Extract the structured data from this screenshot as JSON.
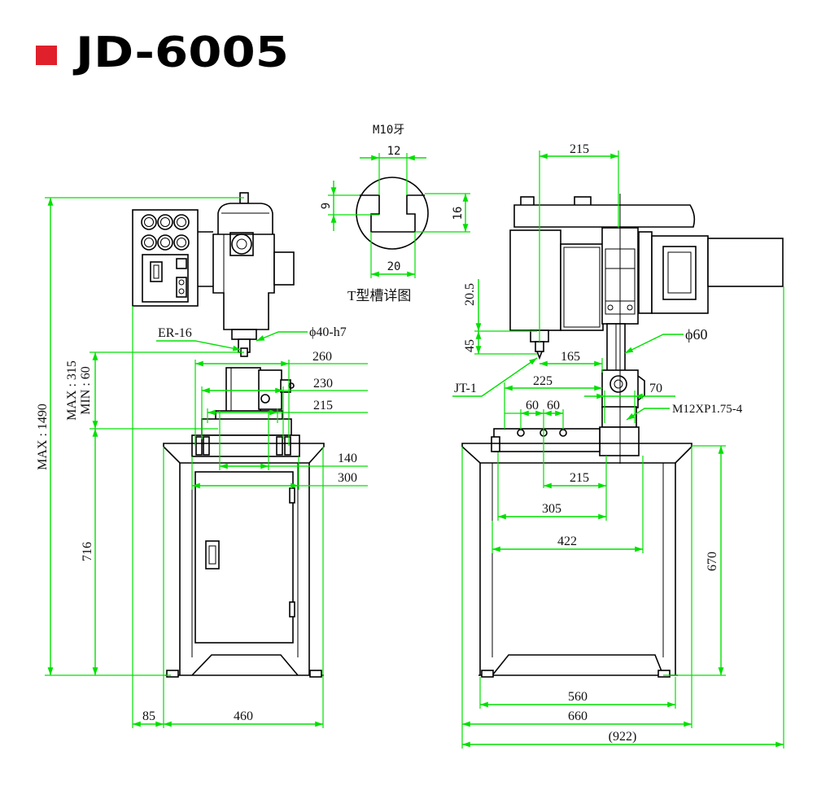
{
  "title": {
    "text": "JD-6005",
    "marker_color": "#e0202a"
  },
  "colors": {
    "dimension": "#00e000",
    "line": "#000000"
  },
  "tslot_detail": {
    "thread": "M10牙",
    "neck_width": "12",
    "neck_depth": "9",
    "total_depth": "16",
    "bottom_width": "20",
    "caption": "T型槽详图"
  },
  "front_view": {
    "max_height": "MAX : 1490",
    "stroke_max": "MAX : 315",
    "stroke_min": "MIN : 60",
    "table_height": "716",
    "collet": "ER-16",
    "spindle": "ϕ40-h7",
    "w260": "260",
    "w230": "230",
    "w215": "215",
    "w140": "140",
    "w300": "300",
    "offset": "85",
    "width": "460"
  },
  "side_view": {
    "spindle_to_column": "215",
    "dim_20_5": "20.5",
    "dim_45": "45",
    "taper": "JT-1",
    "dim_165": "165",
    "column_diameter": "ϕ60",
    "dim_225": "225",
    "dim_70": "70",
    "bolt": "M12XP1.75-4",
    "slot_pitch_1": "60",
    "slot_pitch_2": "60",
    "dim_215": "215",
    "dim_305": "305",
    "dim_422": "422",
    "table_height": "670",
    "dim_560": "560",
    "dim_660": "660",
    "overall_depth": "(922)"
  }
}
